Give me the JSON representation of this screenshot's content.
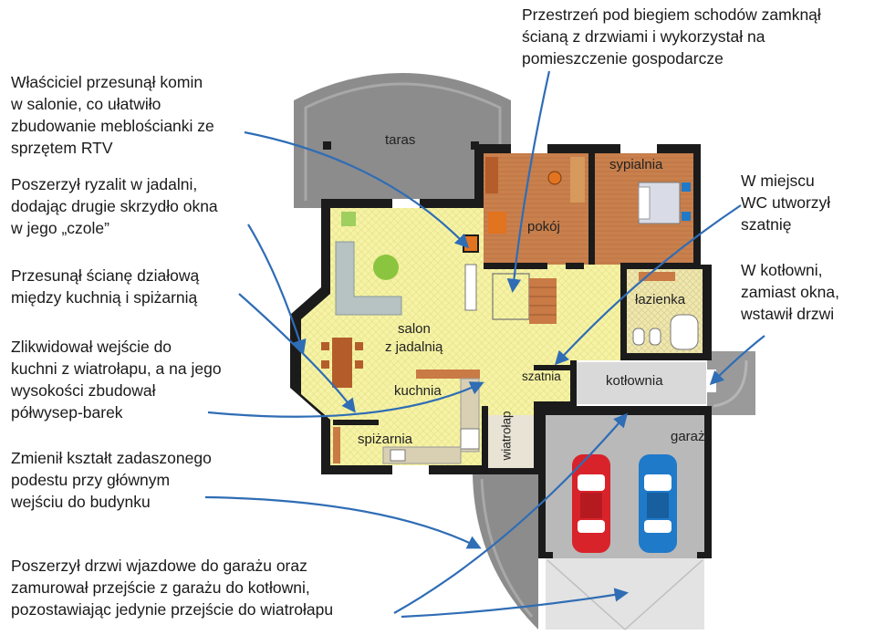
{
  "colors": {
    "wall": "#1b1b1b",
    "terrace": "#8c8c8c",
    "salon_floor": "#f6f3a6",
    "room_floor": "#c97a45",
    "garage_floor": "#b9b9b9",
    "kotlownia_floor": "#d9d9d9",
    "annotation_arrow": "#2f6db5",
    "car_red": "#d8232a",
    "car_blue": "#1f7ac9",
    "furniture_gray": "#b7c2c2",
    "plant_green": "#8bc53f",
    "table_brown": "#b45d2a",
    "accent_orange": "#e2731f"
  },
  "rooms": {
    "taras": "taras",
    "sypialnia": "sypialnia",
    "pokoj": "pokój",
    "lazienka": "łazienka",
    "salon_line1": "salon",
    "salon_line2": "z jadalnią",
    "kuchnia": "kuchnia",
    "szatnia": "szatnia",
    "kotlownia": "kotłownia",
    "spizarnia": "spiżarnia",
    "wiatrolap": "wiatrołap",
    "garaz": "garaż"
  },
  "annotations": {
    "stairs": "Przestrzeń pod biegiem schodów zamknął\nścianą z drzwiami i wykorzystał na\npomieszczenie gospodarcze",
    "chimney": "Właściciel przesunął komin\nw salonie, co ułatwiło\nzbudowanie meblościanki ze\nsprzętem RTV",
    "ryzalit": "Poszerzył ryzalit w jadalni,\ndodając drugie skrzydło okna\nw jego „czole”",
    "wall_move": "Przesunął ścianę działową\nmiędzy kuchnią i spiżarnią",
    "kitchen_entry": "Zlikwidował wejście do\nkuchni z wiatrołapu, a na jego\nwysokości zbudował\npółwysep-barek",
    "wc": "W miejscu\nWC utworzył\nszatnię",
    "boiler": "W kotłowni,\nzamiast okna,\nwstawił drzwi",
    "porch": "Zmienił kształt zadaszonego\npodestu przy głównym\nwejściu do budynku",
    "garage": "Poszerzył drzwi wjazdowe do garażu oraz\nzamurował przejście z garażu do kotłowni,\npozostawiając jedynie przejście do wiatrołapu"
  }
}
